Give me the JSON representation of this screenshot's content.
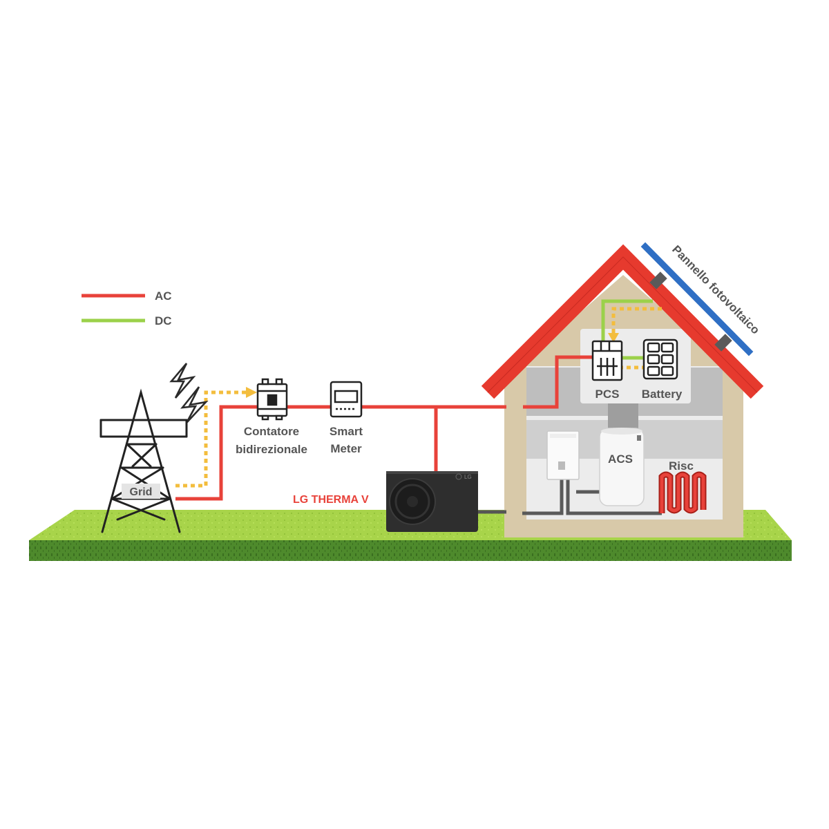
{
  "legend": {
    "ac_label": "AC",
    "dc_label": "DC",
    "ac_color": "#e8423a",
    "dc_color": "#9bd14a"
  },
  "labels": {
    "grid": "Grid",
    "meter_bidirectional_line1": "Contatore",
    "meter_bidirectional_line2": "bidirezionale",
    "smart_meter_line1": "Smart",
    "smart_meter_line2": "Meter",
    "heat_pump": "LG THERMA V",
    "pcs": "PCS",
    "battery": "Battery",
    "acs": "ACS",
    "risc": "Risc",
    "solar_panel": "Pannello fotovoltaico",
    "heat_pump_logo": "LG"
  },
  "colors": {
    "roof": "#e63a2e",
    "house_wall": "#d8c9a9",
    "data_line": "#f3bd3d",
    "grass_top": "#a8d44a",
    "grass_side": "#4e8a2c",
    "solar_panel": "#2f6fc4"
  },
  "icons": [
    "transmission-tower-icon",
    "lightning-icon",
    "bidirectional-meter-icon",
    "smart-meter-icon",
    "pcs-inverter-icon",
    "battery-icon",
    "heat-pump-icon",
    "indoor-unit-icon",
    "water-tank-icon",
    "radiator-coil-icon",
    "solar-panel-icon"
  ]
}
